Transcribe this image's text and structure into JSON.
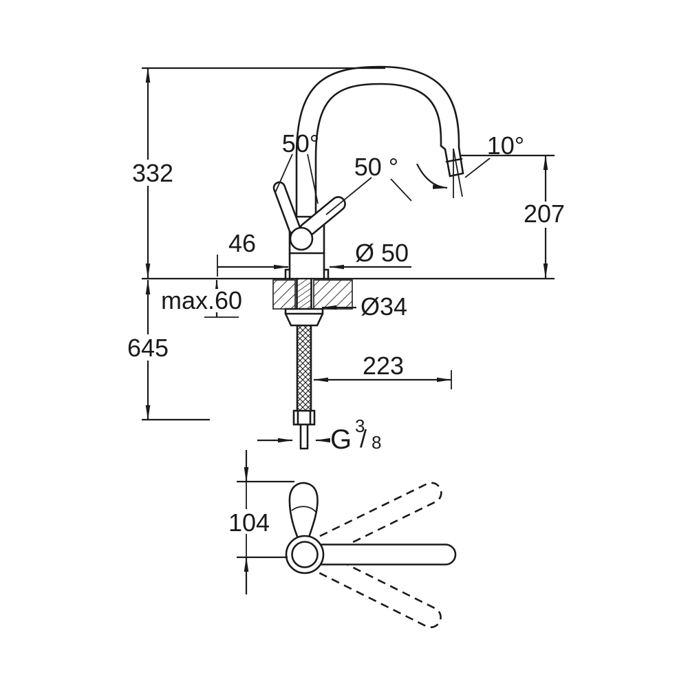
{
  "drawing": {
    "kind": "faucet technical dimension drawing",
    "line_color": "#1a1a1a",
    "background_color": "#ffffff",
    "dimensions": {
      "total_height": "332",
      "handle_angle_left": "50°",
      "handle_angle_right": "50 °",
      "spout_outlet_angle": "10°",
      "spout_height": "207",
      "base_offset": "46",
      "base_diameter": "Ø 50",
      "max_deck_thickness": "max.60",
      "hole_diameter": "Ø34",
      "hose_length": "645",
      "spout_projection": "223",
      "handle_projection": "104"
    },
    "thread": {
      "g": "G",
      "numerator": "3",
      "slash": "/",
      "denominator": "8"
    }
  }
}
